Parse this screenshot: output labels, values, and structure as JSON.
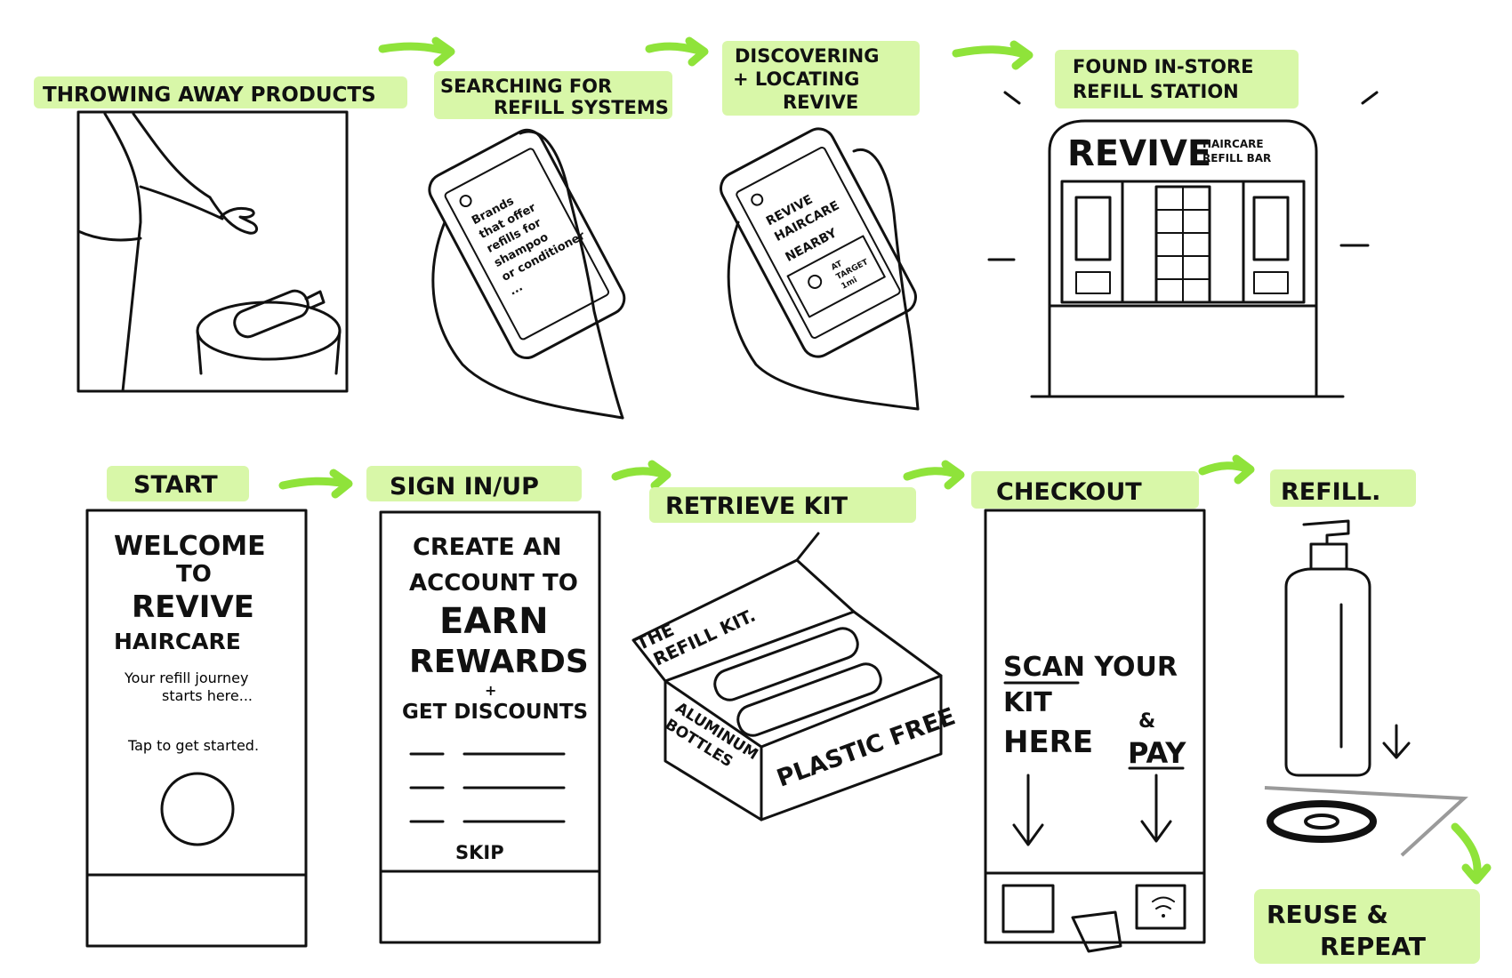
{
  "colors": {
    "highlight": "#d8f7a8",
    "arrow": "#8fe33a",
    "ink": "#111111",
    "grey_line": "#9a9a9a"
  },
  "top_row": {
    "step1": {
      "label": "THROWING AWAY PRODUCTS"
    },
    "step2": {
      "label_line1": "SEARCHING FOR",
      "label_line2": "REFILL SYSTEMS",
      "phone_text": [
        "Brands",
        "that offer",
        "refills for",
        "shampoo",
        "or conditioner",
        "..."
      ]
    },
    "step3": {
      "label_line1": "DISCOVERING",
      "label_line2": "+ LOCATING",
      "label_line3": "REVIVE",
      "phone_text": [
        "REVIVE",
        "HAIRCARE",
        "NEARBY"
      ],
      "map_note_line1": "AT",
      "map_note_line2": "TARGET",
      "map_note_line3": "1mi"
    },
    "step4": {
      "label_line1": "FOUND IN-STORE",
      "label_line2": "REFILL STATION",
      "brand": "REVIVE",
      "sub_line1": "HAIRCARE",
      "sub_line2": "REFILL BAR"
    }
  },
  "bottom_row": {
    "start": {
      "label": "START",
      "welcome_line1": "WELCOME",
      "welcome_line2": "TO",
      "welcome_line3": "REVIVE",
      "welcome_line4": "HAIRCARE",
      "journey_line1": "Your refill journey",
      "journey_line2": "starts here...",
      "tap_text": "Tap to get started."
    },
    "signin": {
      "label": "SIGN IN/UP",
      "line1": "CREATE AN",
      "line2": "ACCOUNT TO",
      "line3": "EARN",
      "line4": "REWARDS",
      "line5": "+",
      "line6": "GET DISCOUNTS",
      "skip": "SKIP"
    },
    "kit": {
      "label": "RETRIEVE KIT",
      "lid_line1": "THE",
      "lid_line2": "REFILL KIT.",
      "side_line1": "ALUMINUM",
      "side_line2": "BOTTLES",
      "front_text": "PLASTIC FREE"
    },
    "checkout": {
      "label": "CHECKOUT",
      "scan_line1": "SCAN YOUR",
      "scan_line2": "KIT",
      "scan_line3": "HERE",
      "amp": "&",
      "pay": "PAY"
    },
    "refill": {
      "label": "REFILL.",
      "reuse_line1": "REUSE &",
      "reuse_line2": "REPEAT"
    }
  }
}
